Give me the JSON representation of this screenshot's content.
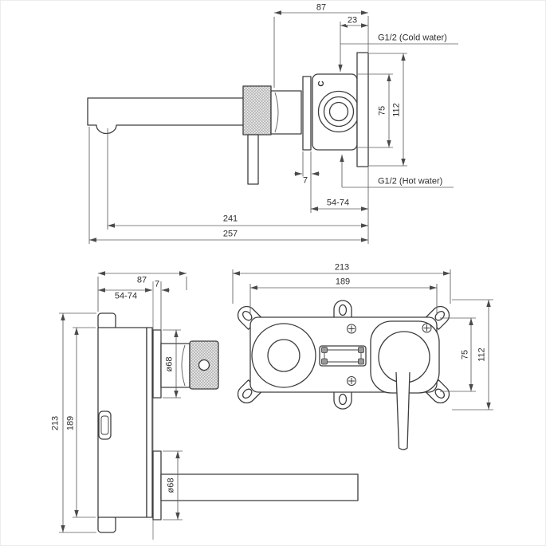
{
  "top_view": {
    "dim_87": "87",
    "dim_23": "23",
    "label_cold": "G1/2 (Cold water)",
    "label_hot": "G1/2 (Hot water)",
    "dim_75": "75",
    "dim_112": "112",
    "dim_7": "7",
    "dim_54_74": "54-74",
    "dim_241": "241",
    "dim_257": "257",
    "marking_c": "C"
  },
  "side_view": {
    "dim_87": "87",
    "dim_7": "7",
    "dim_54_74": "54-74",
    "dim_213": "213",
    "dim_189": "189",
    "dia_handle": "ø68",
    "dia_spout": "ø68"
  },
  "front_view": {
    "dim_213": "213",
    "dim_189": "189",
    "dim_75": "75",
    "dim_112": "112"
  }
}
